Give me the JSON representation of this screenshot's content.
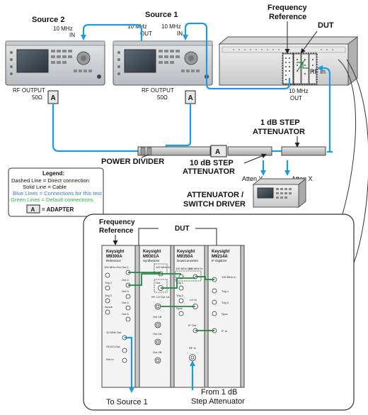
{
  "sources": {
    "source2": {
      "title": "Source 2",
      "ref_in_line1": "10 MHz",
      "ref_in_line2": "IN",
      "rf_output_line1": "RF OUTPUT",
      "rf_output_line2": "50Ω"
    },
    "source1": {
      "title": "Source 1",
      "ref_out_line1": "10 MHz",
      "ref_out_line2": "OUT",
      "ref_in_line1": "10 MHz",
      "ref_in_line2": "IN",
      "rf_output_line1": "RF OUTPUT",
      "rf_output_line2": "50Ω"
    }
  },
  "chassis": {
    "freq_ref_line1": "Frequency",
    "freq_ref_line2": "Reference",
    "dut": "DUT",
    "rf_in": "RF In",
    "ref_out_line1": "10 MHz",
    "ref_out_line2": "OUT"
  },
  "adapter_letter": "A",
  "signal_path": {
    "step_1db_line1": "1 dB STEP",
    "step_1db_line2": "ATTENUATOR",
    "step_10db_line1": "10 dB STEP",
    "step_10db_line2": "ATTENUATOR",
    "power_divider": "POWER DIVIDER",
    "atten_y": "Atten Y",
    "atten_x": "Atten X",
    "driver_line1": "ATTENUATOR /",
    "driver_line2": "SWITCH DRIVER"
  },
  "legend": {
    "title": "Legend:",
    "dashed": "Dashed Line = Direct connection",
    "solid": "Solid Line = Cable",
    "blue": "Blue Lines = Connections for this test",
    "green": "Green Lines = Default connections",
    "adapter_letter": "A",
    "adapter_text": "= ADAPTER"
  },
  "colors": {
    "blue": "#1e9be0",
    "green": "#1a8a3a",
    "legend_blue": "#2a7fd0",
    "legend_green": "#2eb34a"
  },
  "detail": {
    "freq_ref_line1": "Frequency",
    "freq_ref_line2": "Reference",
    "dut": "DUT",
    "to_source1": "To Source 1",
    "from_line1": "From 1 dB",
    "from_line2": "Step Attenuator",
    "modules": [
      {
        "brand": "Keysight",
        "model": "M9300A",
        "role": "Reference",
        "ports": [
          "100 MHz Out",
          "Out 1",
          "Out 2",
          "Out 3",
          "Out 4",
          "Out 5",
          "Trig 1",
          "Trig 2",
          "Synch",
          "10 MHz Out",
          "OCXO Out",
          "Ref In"
        ]
      },
      {
        "brand": "Keysight",
        "model": "M9301A",
        "role": "Synthesizer",
        "ports": [
          "100 MHz In",
          "Out",
          "RF LO Out 1A",
          "Out 1B",
          "Out 2A",
          "Out 2B"
        ]
      },
      {
        "brand": "Keysight",
        "model": "M9350A",
        "role": "Downconverter",
        "ports": [
          "100 MHz Out",
          "100 MHz In",
          "Trig 1",
          "Trig 2",
          "LO In",
          "Sync",
          "IF Out",
          "RF In"
        ]
      },
      {
        "brand": "Keysight",
        "model": "M9214A",
        "role": "IF Digitizer",
        "ports": [
          "100 MHz In",
          "Trig 1",
          "Trig 2",
          "Sync",
          "IF In"
        ]
      }
    ]
  }
}
